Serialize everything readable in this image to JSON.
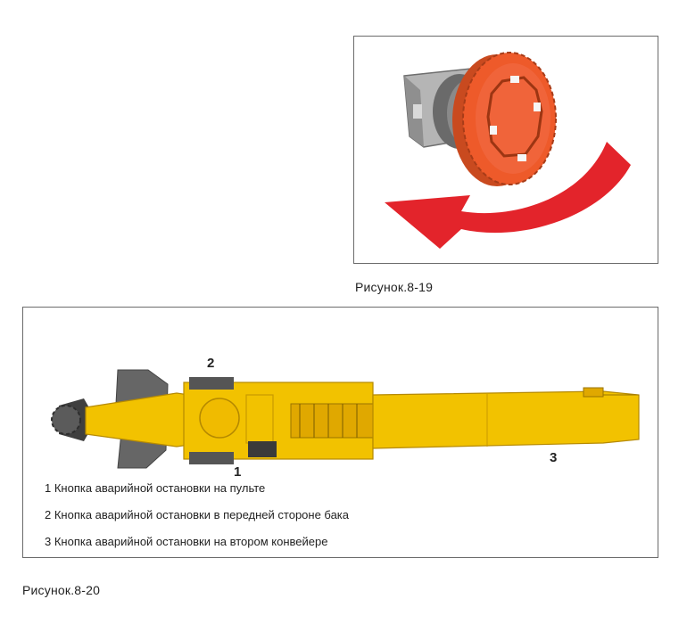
{
  "figure_19": {
    "caption": "Рисунок.8-19",
    "colors": {
      "button": "#ee5a2a",
      "arrow": "#e3242b",
      "housing": "#9b9b9b"
    }
  },
  "figure_20": {
    "caption": "Рисунок.8-20",
    "callouts": {
      "one": "1",
      "two": "2",
      "three": "3"
    },
    "legend": [
      "1 Кнопка аварийной остановки на пульте",
      "2 Кнопка аварийной остановки в передней стороне бака",
      "3 Кнопка аварийной остановки на втором конвейере"
    ],
    "colors": {
      "machine": "#f2c200",
      "machine_dark": "#c99a00",
      "cutter": "#6d6d6d"
    }
  }
}
